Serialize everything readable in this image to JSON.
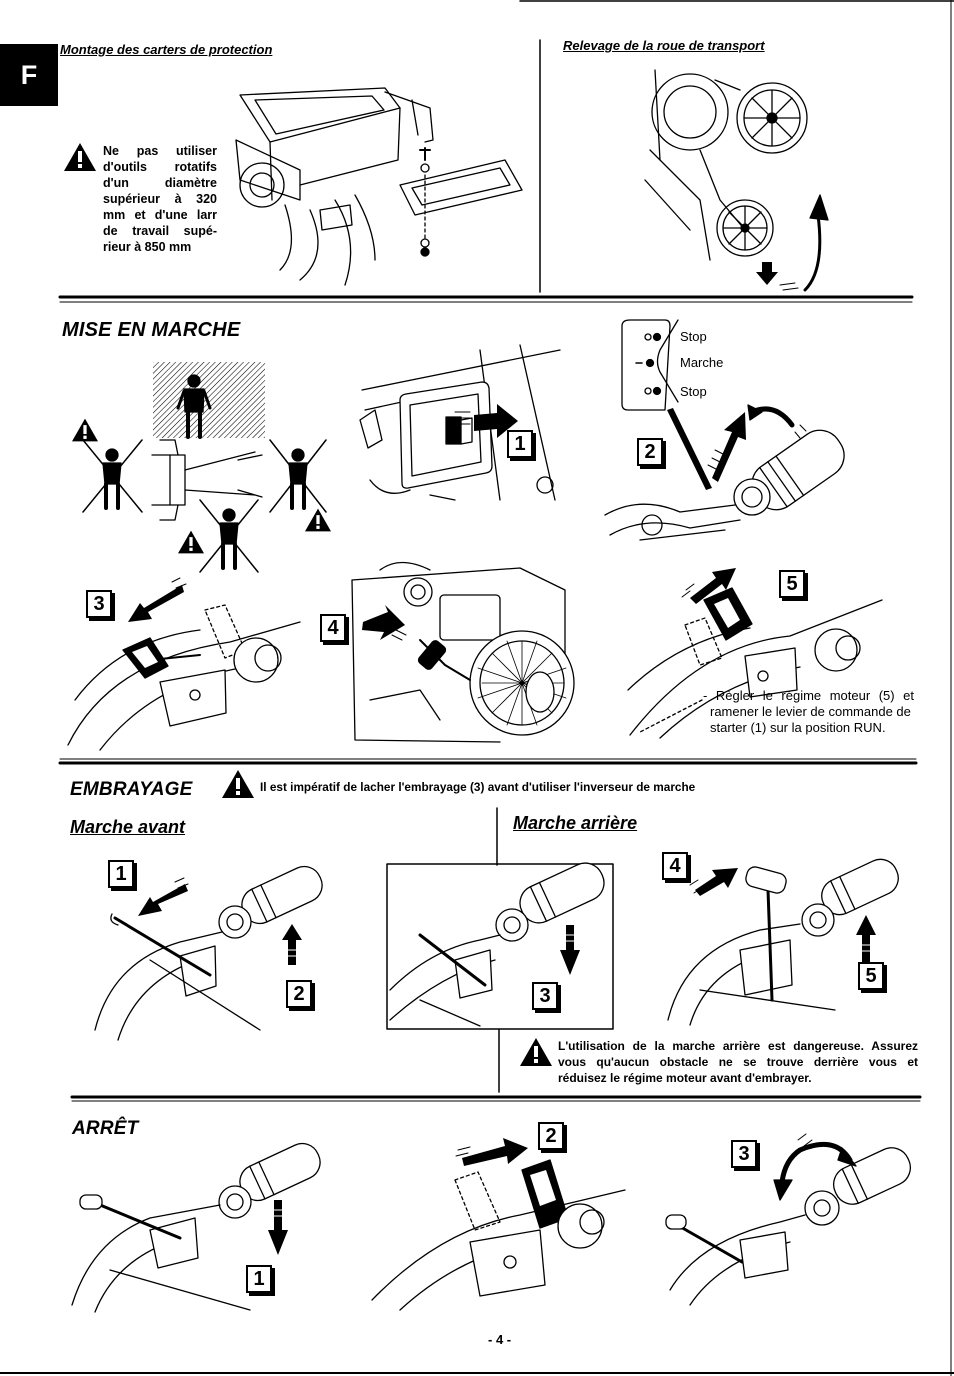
{
  "tab": {
    "letter": "F"
  },
  "montage": {
    "title": "Montage des carters de protection",
    "warning_lines": [
      "Ne pas utiliser",
      "d'outils rotatifs",
      "d'un diamètre",
      "supérieur à 320",
      "mm et d'une larr",
      "de travail supé-",
      "rieur à 850 mm"
    ]
  },
  "relevage": {
    "title": "Relevage de la roue de transport"
  },
  "mise_en_marche": {
    "title": "MISE EN MARCHE",
    "legend": [
      {
        "symbol": "open-dot-filled-dot-icon",
        "label": "Stop"
      },
      {
        "symbol": "dash-filled-dot-icon",
        "label": "Marche"
      },
      {
        "symbol": "open-dot-filled-dot-icon",
        "label": "Stop"
      }
    ],
    "steps": [
      "1",
      "2",
      "3",
      "4",
      "5"
    ],
    "note_lines": [
      "- Règler le régime moteur (5) et",
      "ramener le levier de commande de",
      "starter (1) sur la position RUN."
    ]
  },
  "embrayage": {
    "title": "EMBRAYAGE",
    "warning": "Il est impératif de lacher l'embrayage (3) avant d'utiliser l'inverseur de marche",
    "marche_avant": {
      "title": "Marche avant",
      "steps": [
        "1",
        "2"
      ]
    },
    "marche_arriere": {
      "title": "Marche arrière",
      "steps": [
        "3",
        "4",
        "5"
      ],
      "warning_lines": [
        "L'utilisation de la marche arrière est dangereuse. Assurez",
        "vous qu'aucun obstacle ne se trouve derrière vous et",
        "réduisez le régime moteur avant d'embrayer."
      ]
    }
  },
  "arret": {
    "title": "ARRÊT",
    "steps": [
      "1",
      "2",
      "3"
    ]
  },
  "page_number": "- 4 -"
}
